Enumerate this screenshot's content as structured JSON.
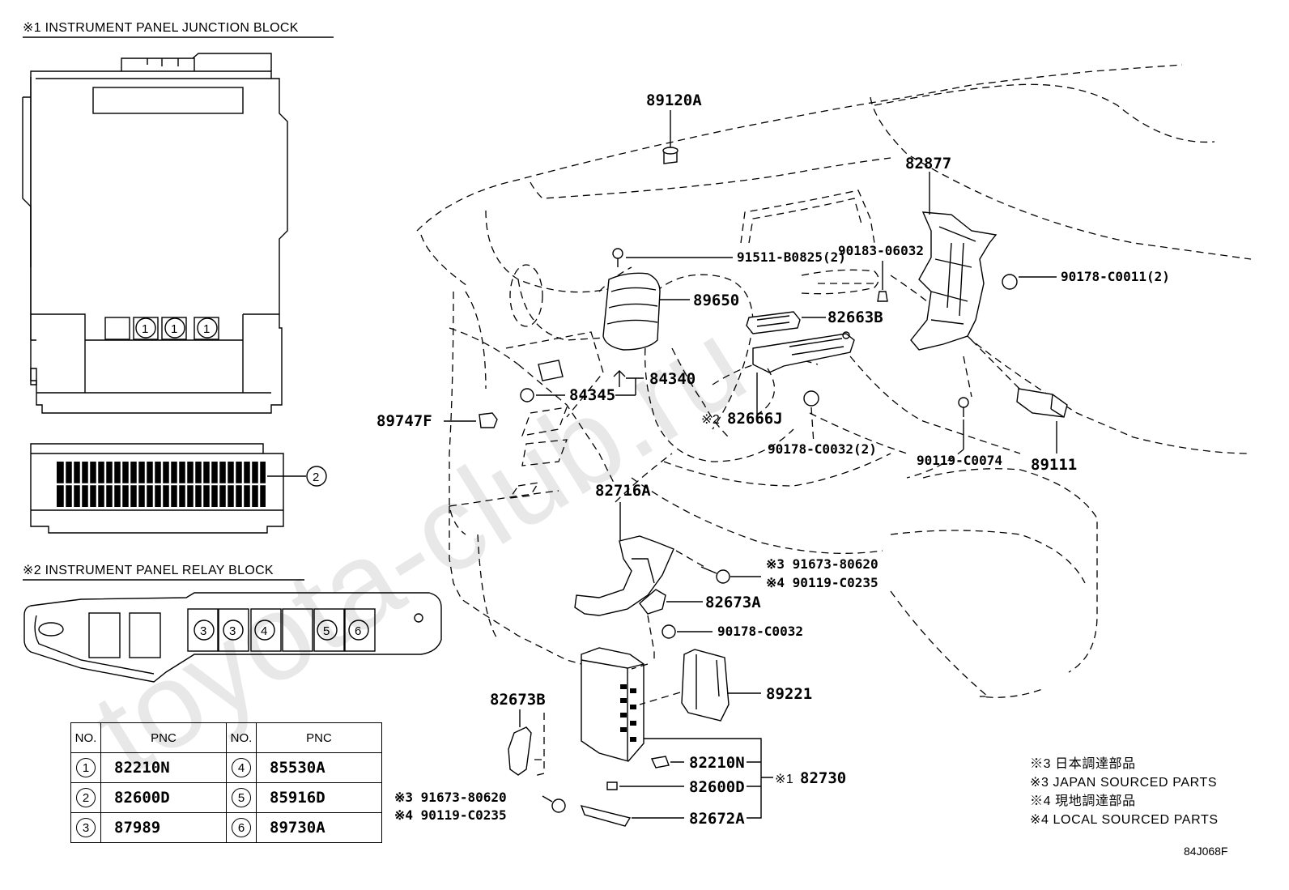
{
  "headers": {
    "junction_block": "※1 INSTRUMENT PANEL JUNCTION BLOCK",
    "relay_block": "※2 INSTRUMENT PANEL RELAY BLOCK"
  },
  "watermark": "toyota-club.ru",
  "callouts": {
    "c1": "1",
    "c2": "2",
    "c3": "3",
    "c4": "4",
    "c5": "5",
    "c6": "6"
  },
  "parts": {
    "p89120A": "89120A",
    "p82877": "82877",
    "p91511": "91511-B0825(2)",
    "p90183": "90183-06032",
    "p90178_c0011": "90178-C0011(2)",
    "p89650": "89650",
    "p82663B": "82663B",
    "p84340": "84340",
    "p84345": "84345",
    "p89747F": "89747F",
    "p82666J": "82666J",
    "p82666J_mark": "※2",
    "p90178_c0032_2": "90178-C0032(2)",
    "p90119_c0074": "90119-C0074",
    "p89111": "89111",
    "p82716A": "82716A",
    "p91673_a": "※3 91673-80620",
    "p90119_c0235_a": "※4 90119-C0235",
    "p82673A": "82673A",
    "p90178_c0032": "90178-C0032",
    "p89221": "89221",
    "p82673B": "82673B",
    "p82210N": "82210N",
    "p82600D": "82600D",
    "p82672A": "82672A",
    "p82730": "82730",
    "p82730_mark": "※1",
    "p91673_b": "※3 91673-80620",
    "p90119_c0235_b": "※4 90119-C0235"
  },
  "table": {
    "headers": [
      "NO.",
      "PNC",
      "NO.",
      "PNC"
    ],
    "rows": [
      {
        "no1": "1",
        "pnc1": "82210N",
        "no2": "4",
        "pnc2": "85530A"
      },
      {
        "no1": "2",
        "pnc1": "82600D",
        "no2": "5",
        "pnc2": "85916D"
      },
      {
        "no1": "3",
        "pnc1": "87989",
        "no2": "6",
        "pnc2": "89730A"
      }
    ]
  },
  "notes": [
    "※3 日本調達部品",
    "※3 JAPAN SOURCED PARTS",
    "※4 現地調達部品",
    "※4 LOCAL SOURCED PARTS"
  ],
  "catalog_code": "84J068F"
}
